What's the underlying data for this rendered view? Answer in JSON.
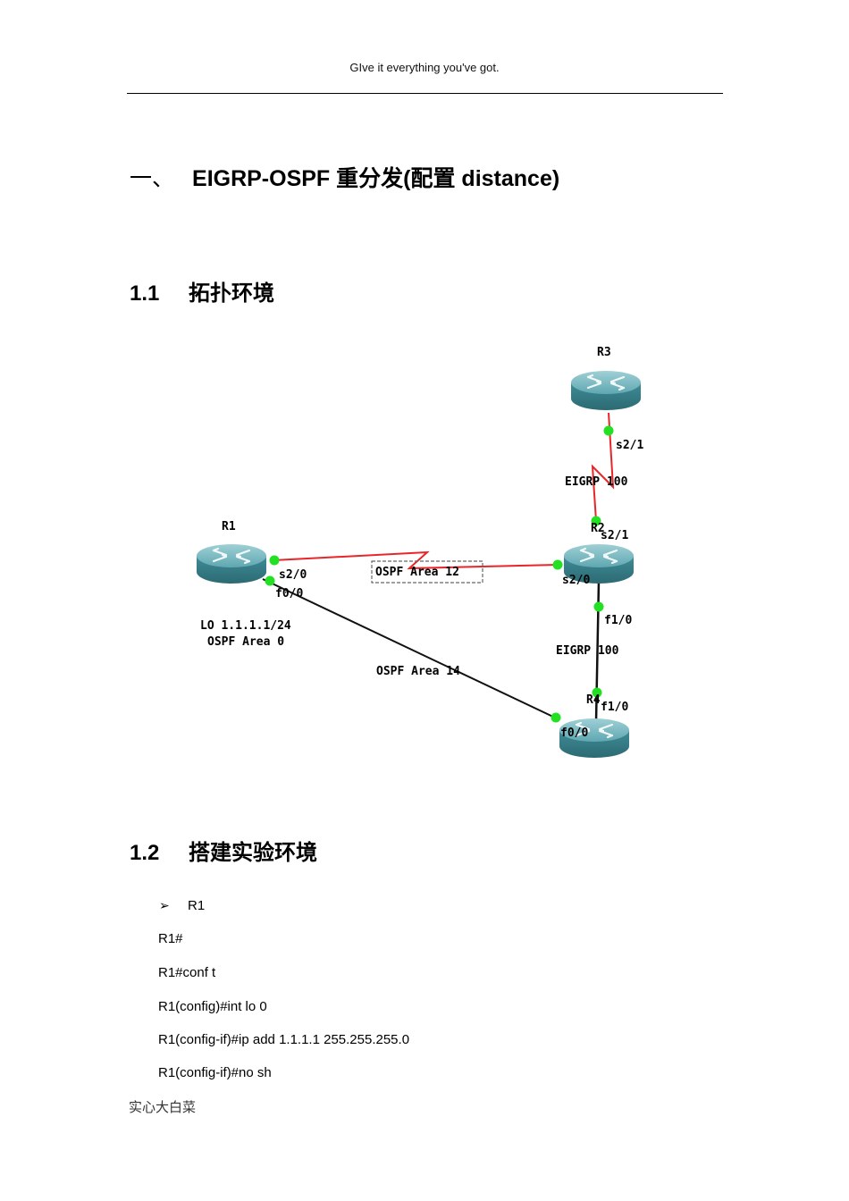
{
  "header": {
    "text": "GIve it everything you've got."
  },
  "heading1": {
    "number": "一、",
    "title": "EIGRP-OSPF 重分发(配置 distance)"
  },
  "section_1_1": {
    "number": "1.1",
    "title": "拓扑环境"
  },
  "section_1_2": {
    "number": "1.2",
    "title": "搭建实验环境"
  },
  "topology": {
    "routers": {
      "r1": "R1",
      "r2": "R2",
      "r3": "R3",
      "r4": "R4"
    },
    "interfaces": {
      "r1_s20": "s2/0",
      "r1_f00": "f0/0",
      "r2_s20": "s2/0",
      "r2_s21": "s2/1",
      "r2_f10": "f1/0",
      "r3_s21": "s2/1",
      "r4_f10": "f1/0",
      "r4_f00": "f0/0"
    },
    "labels": {
      "r1_loopback": "LO 1.1.1.1/24",
      "r1_area": "OSPF Area 0",
      "area12": "OSPF Area 12",
      "area14": "OSPF Area 14",
      "eigrp_r2_r3": "EIGRP 100",
      "eigrp_r2_r4": "EIGRP 100"
    },
    "colors": {
      "serial_link": "#e8262a",
      "ethernet_link": "#000000",
      "port_dot": "#22e022",
      "router_body": "#4a9aa6"
    }
  },
  "config": {
    "bullet": "R1",
    "lines": [
      "R1#",
      "R1#conf t",
      "R1(config)#int lo 0",
      "R1(config-if)#ip add 1.1.1.1 255.255.255.0",
      "R1(config-if)#no sh"
    ]
  },
  "footer": {
    "text": "实心大白菜"
  }
}
